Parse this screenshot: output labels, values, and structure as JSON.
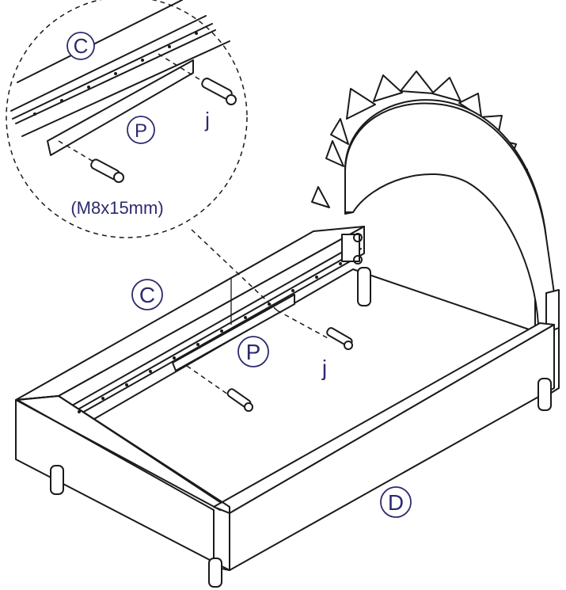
{
  "labels": {
    "detail_c": "C",
    "detail_p": "P",
    "detail_j": "j",
    "screw_spec": "(M8x15mm)",
    "main_c": "C",
    "main_p": "P",
    "main_j": "j",
    "main_d": "D"
  },
  "colors": {
    "line": "#1a1a1a",
    "label": "#2d2a6e"
  }
}
